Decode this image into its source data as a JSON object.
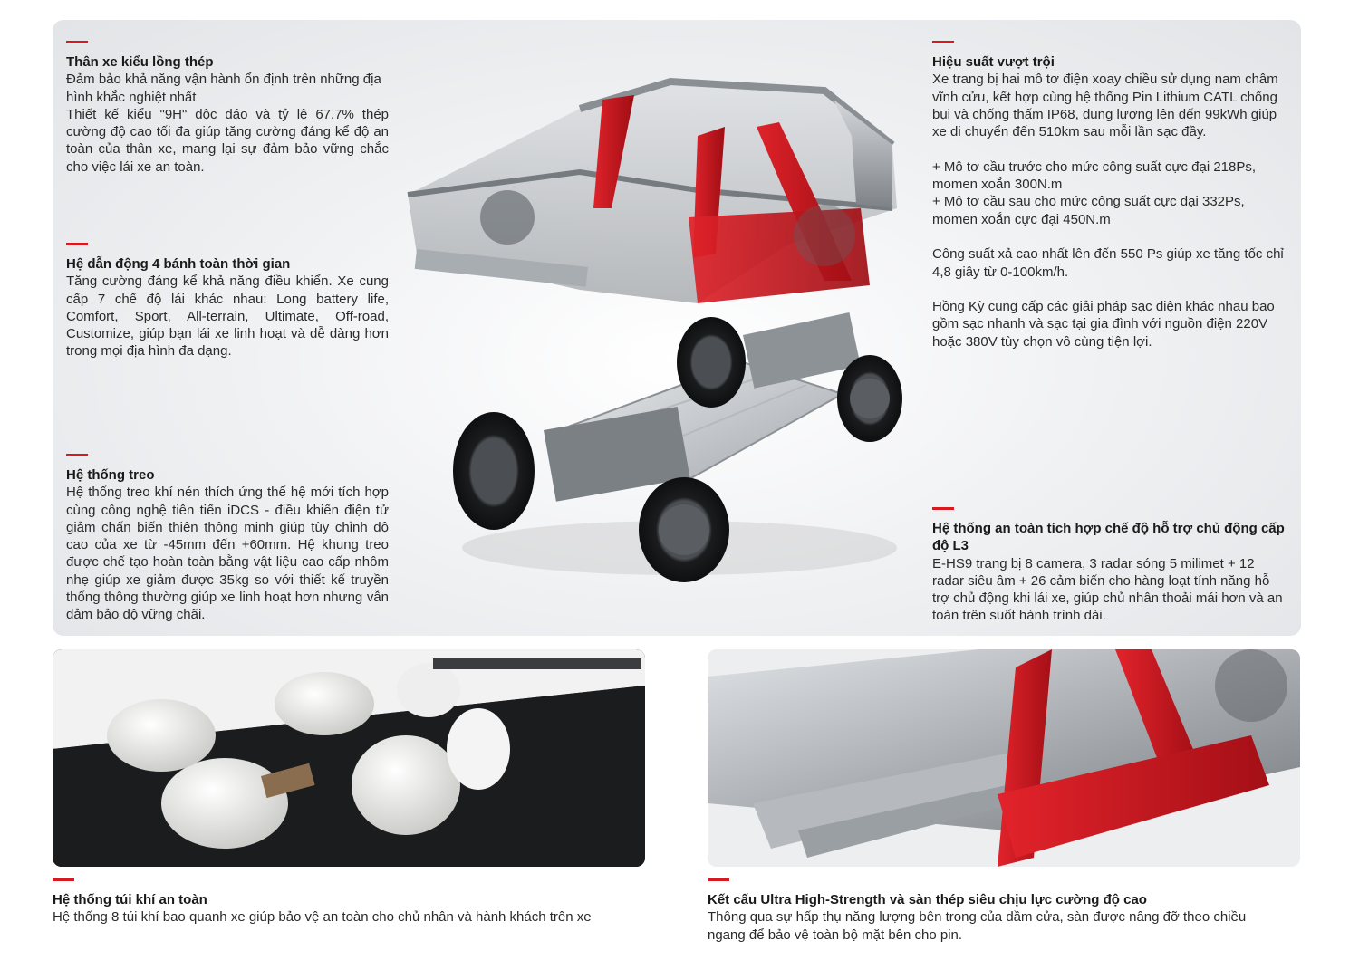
{
  "sections": {
    "body_frame": {
      "title": "Thân xe kiểu lồng thép",
      "lines": [
        "Đảm bảo khả năng vận hành ổn định trên những địa hình khắc nghiệt nhất",
        "Thiết kế kiểu \"9H\" độc đáo và tỷ lệ 67,7% thép cường độ cao tối đa  giúp tăng cường đáng kể độ an toàn của thân xe, mang lại sự đảm bảo vững chắc cho việc lái xe an toàn."
      ]
    },
    "awd": {
      "title": "Hệ dẫn động 4 bánh toàn thời gian",
      "text": "Tăng cường đáng kể khả năng điều khiển. Xe cung cấp 7 chế độ lái khác nhau: Long battery life, Comfort, Sport, All-terrain, Ultimate, Off-road, Customize, giúp bạn lái xe linh hoạt và dễ dàng hơn trong mọi địa hình đa dạng."
    },
    "suspension": {
      "title": "Hệ thống treo",
      "text": "Hệ thống treo khí nén thích ứng thế hệ mới tích hợp cùng công nghệ tiên tiến iDCS - điều khiển điện tử giảm chấn biến thiên thông minh giúp tùy chỉnh độ cao của xe từ -45mm đến +60mm. Hệ khung treo được chế tạo hoàn toàn bằng vật liệu cao cấp nhôm nhẹ giúp xe giảm được 35kg so với thiết kế truyền thống thông thường giúp xe linh hoạt hơn nhưng vẫn đảm bảo độ vững chãi."
    },
    "performance": {
      "title": "Hiệu suất vượt trội",
      "intro": "Xe trang bị hai mô tơ điện xoay chiều sử dụng nam châm vĩnh cửu, kết hợp cùng hệ thống Pin Lithium CATL chống bụi và chống thấm IP68, dung lượng lên đến 99kWh giúp xe di chuyển đến 510km sau mỗi lần sạc đầy.",
      "front_motor": "+ Mô tơ cầu trước cho mức công suất cực đại 218Ps, momen xoắn 300N.m",
      "rear_motor": "+ Mô tơ cầu sau cho mức công suất cực đại 332Ps, momen xoắn cực đại 450N.m",
      "acceleration": "Công suất xả cao nhất lên đến 550 Ps giúp xe tăng tốc chỉ 4,8 giây từ 0-100km/h.",
      "charging": "Hồng Kỳ cung cấp các giải pháp sạc điện khác nhau bao gồm sạc nhanh và sạc tại gia đình với nguồn điện 220V hoặc 380V tùy chọn vô cùng tiện lợi."
    },
    "adas": {
      "title": "Hệ thống an toàn tích hợp chế độ hỗ trợ chủ động cấp độ L3",
      "text": "E-HS9 trang bị 8 camera, 3 radar sóng 5 milimet + 12 radar siêu âm + 26 cảm biến cho hàng loạt tính năng hỗ trợ chủ động khi lái xe, giúp chủ nhân thoải mái hơn và an toàn trên suốt hành trình dài."
    },
    "airbags": {
      "title": "Hệ thống túi khí an toàn",
      "text": "Hệ thống 8 túi khí bao quanh xe giúp bảo vệ an toàn cho chủ nhân và hành khách trên xe"
    },
    "structure": {
      "title": "Kết cấu Ultra High-Strength và sàn thép siêu chịu lực cường độ cao",
      "text": "Thông qua sự hấp thụ năng lượng bên trong của dầm cửa, sàn được nâng đỡ theo chiều ngang để bảo vệ toàn bộ mặt bên cho pin."
    }
  },
  "colors": {
    "accent": "#d71920",
    "steel": "#9aa0a6",
    "frame_red": "#c8141c"
  }
}
